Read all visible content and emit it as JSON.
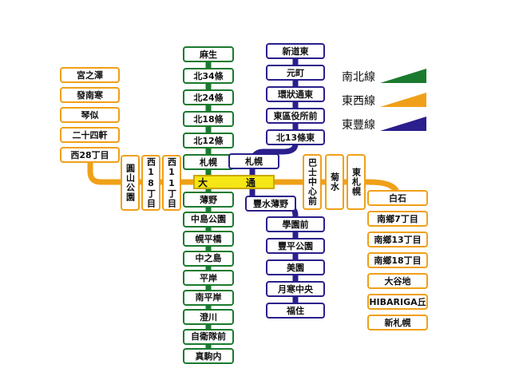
{
  "colors": {
    "namboku": "#1a7a2e",
    "tozai": "#f0a018",
    "toho": "#2a1f8c",
    "odori_fill": "#f5e616"
  },
  "legend": [
    {
      "label": "南北線",
      "color": "#1a7a2e"
    },
    {
      "label": "東西線",
      "color": "#f0a018"
    },
    {
      "label": "東豐線",
      "color": "#2a1f8c"
    }
  ],
  "transfer": {
    "odori": "大　通"
  },
  "tozai_west": [
    "宮之澤",
    "發南寒",
    "琴似",
    "二十四軒",
    "西28丁目"
  ],
  "tozai_west_vertical": [
    "圓山公園",
    "西18丁目",
    "西11丁目"
  ],
  "tozai_east_vertical": [
    "巴士中心前",
    "菊水",
    "東札幌"
  ],
  "tozai_east": [
    "白石",
    "南鄉7丁目",
    "南鄉13丁目",
    "南鄉18丁目",
    "大谷地",
    "HIBARIGA丘",
    "新札幌"
  ],
  "namboku_north": [
    "麻生",
    "北34條",
    "北24條",
    "北18條",
    "北12條",
    "札幌"
  ],
  "namboku_south": [
    "薄野",
    "中島公園",
    "幌平橋",
    "中之島",
    "平岸",
    "南平岸",
    "澄川",
    "自衛隊前",
    "真駒内"
  ],
  "toho_north": [
    "新道東",
    "元町",
    "環狀通東",
    "東區役所前",
    "北13條東",
    "札幌"
  ],
  "toho_south": [
    "豐水薄野",
    "學園前",
    "豐平公園",
    "美園",
    "月寒中央",
    "福住"
  ]
}
